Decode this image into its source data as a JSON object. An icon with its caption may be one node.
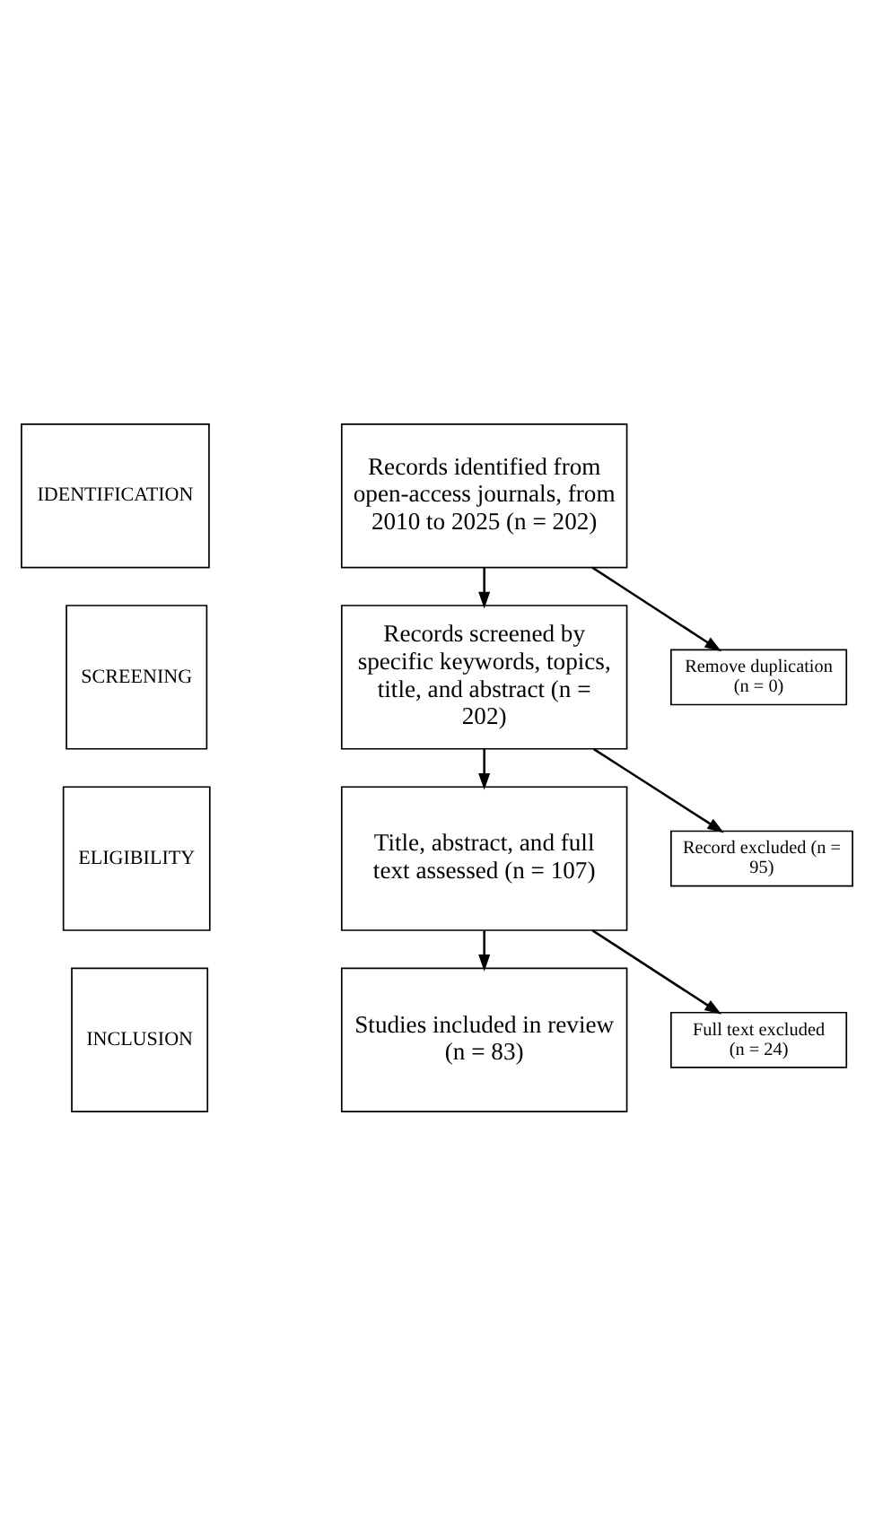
{
  "diagram": {
    "nodes": [
      {
        "text": [
          "IDENTIFICATION"
        ]
      },
      {
        "text": [
          "Records identified from open-access journals, from 2010 to 2025 (n = 202)"
        ]
      },
      {
        "text": [
          "Remove duplication (n = 0)"
        ]
      },
      {
        "text": [
          "SCREENING"
        ]
      },
      {
        "text": [
          "Records screened by specific keywords, topics, title, and abstract (n = 202)"
        ]
      },
      {
        "text": [
          "Record excluded (n = 95)"
        ]
      },
      {
        "text": [
          "ELIGIBILITY"
        ]
      },
      {
        "text": [
          "Title, abstract, and full text assessed (n = 107)"
        ]
      },
      {
        "text": [
          "Full text excluded (n = 24)"
        ]
      },
      {
        "text": [
          "INCLUSION"
        ]
      },
      {
        "text": [
          "Studies included in review (n = 83)"
        ]
      }
    ],
    "edges": [
      {
        "from": 1,
        "to": 4,
        "arrow": "to"
      },
      {
        "from": 1,
        "to": 2,
        "arrow": "to"
      },
      {
        "from": 4,
        "to": 7,
        "arrow": "to"
      },
      {
        "from": 4,
        "to": 5,
        "arrow": "to"
      },
      {
        "from": 7,
        "to": 10,
        "arrow": "to"
      },
      {
        "from": 7,
        "to": 8,
        "arrow": "to"
      }
    ]
  }
}
